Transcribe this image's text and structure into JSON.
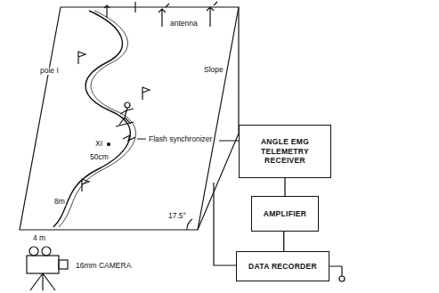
{
  "diagram": {
    "nodes": [
      {
        "text": [
          "ANGLE EMG TELEMETRY RECEIVER"
        ]
      },
      {
        "text": [
          "AMPLIFIER"
        ]
      },
      {
        "text": [
          "DATA RECORDER"
        ]
      }
    ],
    "edges": [
      {
        "from": 0,
        "to": 1,
        "arrow": "none"
      },
      {
        "from": 1,
        "to": 2,
        "arrow": "none"
      }
    ],
    "labels": [
      "antenna",
      "Slope",
      "pole I",
      "Flash synchronizer",
      "XI",
      "50cm",
      "8m",
      "4 m",
      "17.5°",
      "16mm CAMERA"
    ]
  }
}
